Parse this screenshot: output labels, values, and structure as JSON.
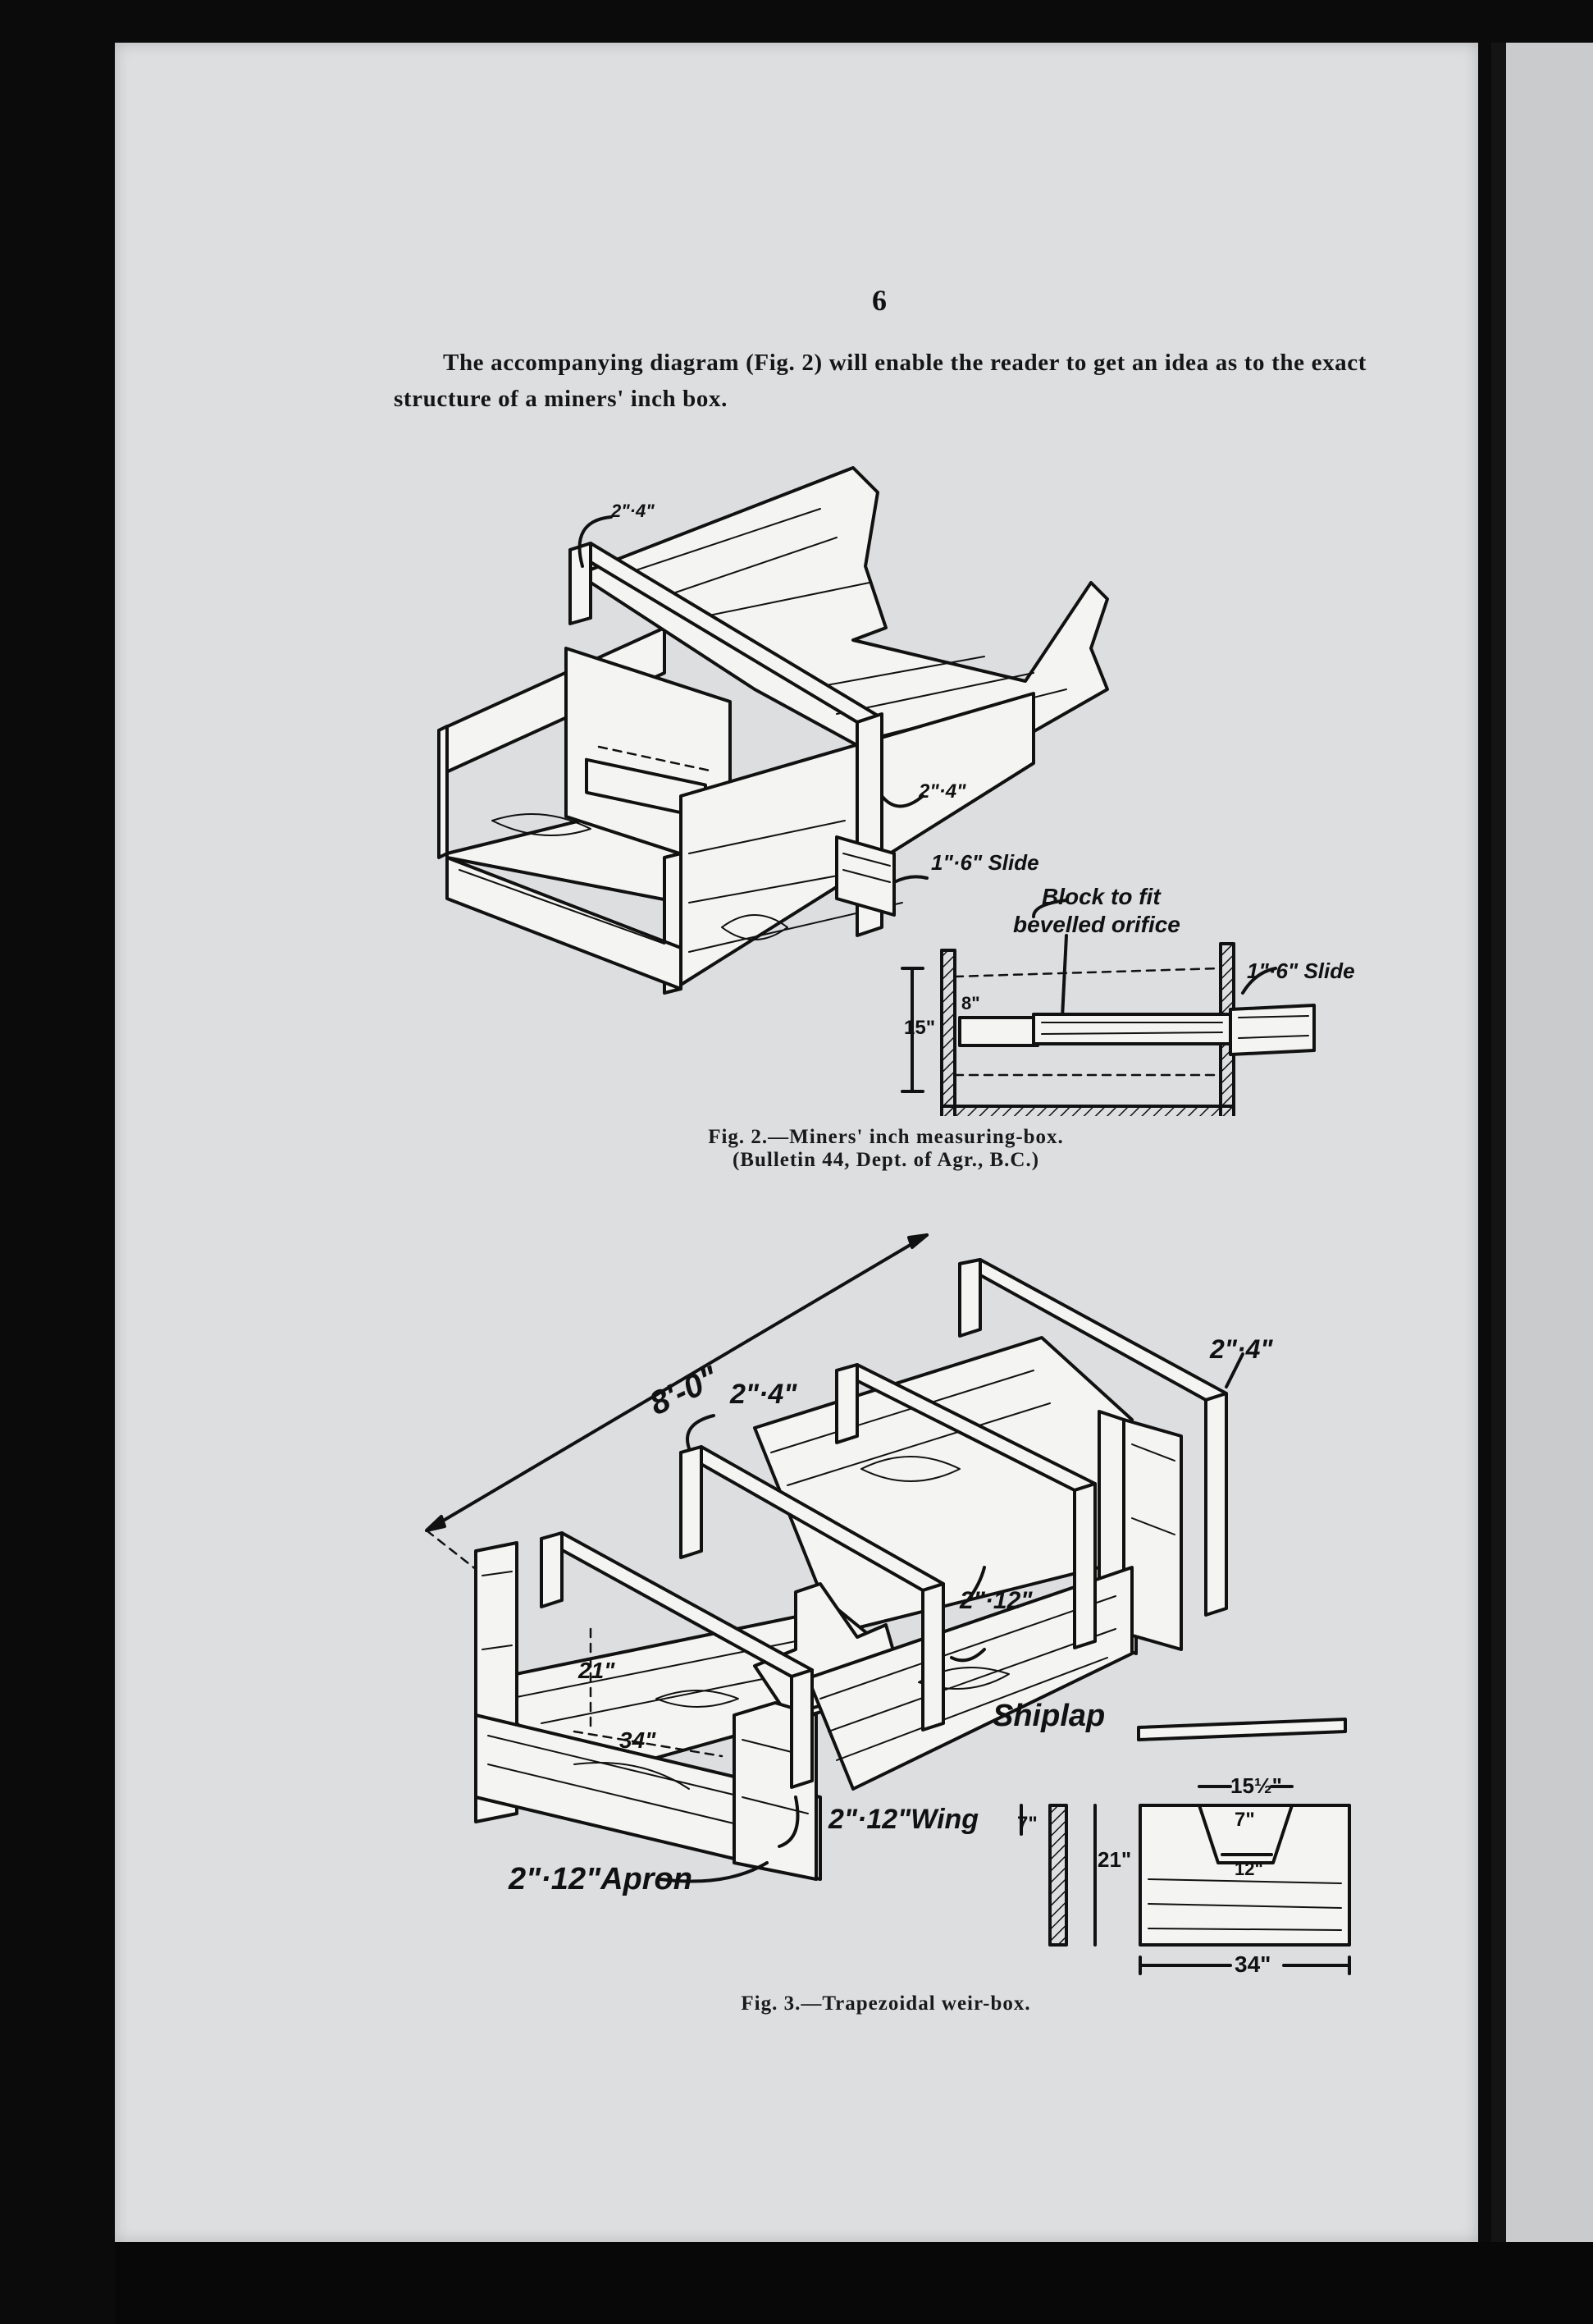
{
  "page_number": "6",
  "paragraph": "The accompanying diagram (Fig. 2) will enable the reader to get an idea as to the exact structure of a miners' inch box.",
  "figure2": {
    "caption_line1": "Fig. 2.—Miners' inch measuring-box.",
    "caption_line2": "(Bulletin 44, Dept. of Agr., B.C.)",
    "labels": {
      "top_timber": "2\"·4\"",
      "side_timber": "2\"·4\"",
      "slide": "1\"·6\" Slide",
      "block_line1": "Block to fit",
      "block_line2": "bevelled orifice",
      "section_slide": "1\"·6\" Slide",
      "height_15": "15\"",
      "height_8": "8\""
    }
  },
  "figure3": {
    "caption": "Fig. 3.—Trapezoidal weir-box.",
    "labels": {
      "length": "8'-0\"",
      "timber_left": "2\"·4\"",
      "timber_right": "2\"·4\"",
      "side_board": "2\"·12\"",
      "shiplap": "Shiplap",
      "wing": "2\"·12\"Wing",
      "apron": "2\"·12\"Apron",
      "inner_height": "21\"",
      "inner_width": "34\"",
      "dim_7": "7\"",
      "dim_21": "21\"",
      "dim_15_half": "15½\"",
      "dim_7_inner": "7\"",
      "dim_12": "12\"",
      "dim_34": "34\""
    }
  }
}
